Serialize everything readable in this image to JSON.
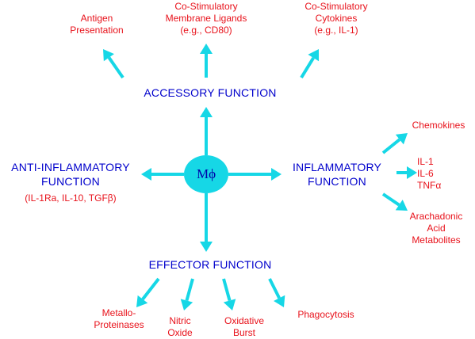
{
  "center": {
    "label": "Mϕ"
  },
  "functions": {
    "accessory": "ACCESSORY  FUNCTION",
    "inflammatory": "INFLAMMATORY\nFUNCTION",
    "anti_inflammatory": "ANTI-INFLAMMATORY\nFUNCTION",
    "effector": "EFFECTOR FUNCTION"
  },
  "accessory_items": {
    "antigen": "Antigen\nPresentation",
    "membrane_ligands": "Co-Stimulatory\nMembrane Ligands\n(e.g., CD80)",
    "cytokines": "Co-Stimulatory\nCytokines\n(e.g., IL-1)"
  },
  "inflammatory_items": {
    "chemokines": "Chemokines",
    "interleukins": "IL-1\nIL-6\nTNFα",
    "arachidonic": "Arachadonic\nAcid\nMetabolites"
  },
  "anti_inflammatory_items": {
    "mediators": "(IL-1Ra, IL-10, TGFβ)"
  },
  "effector_items": {
    "metallo": "Metallo-\nProteinases",
    "nitric": "Nitric\nOxide",
    "oxidative": "Oxidative\nBurst",
    "phagocytosis": "Phagocytosis"
  },
  "colors": {
    "arrow": "#16d7e6",
    "node": "#16d7e6",
    "function_text": "#0000cc",
    "item_text": "#e8121b"
  }
}
